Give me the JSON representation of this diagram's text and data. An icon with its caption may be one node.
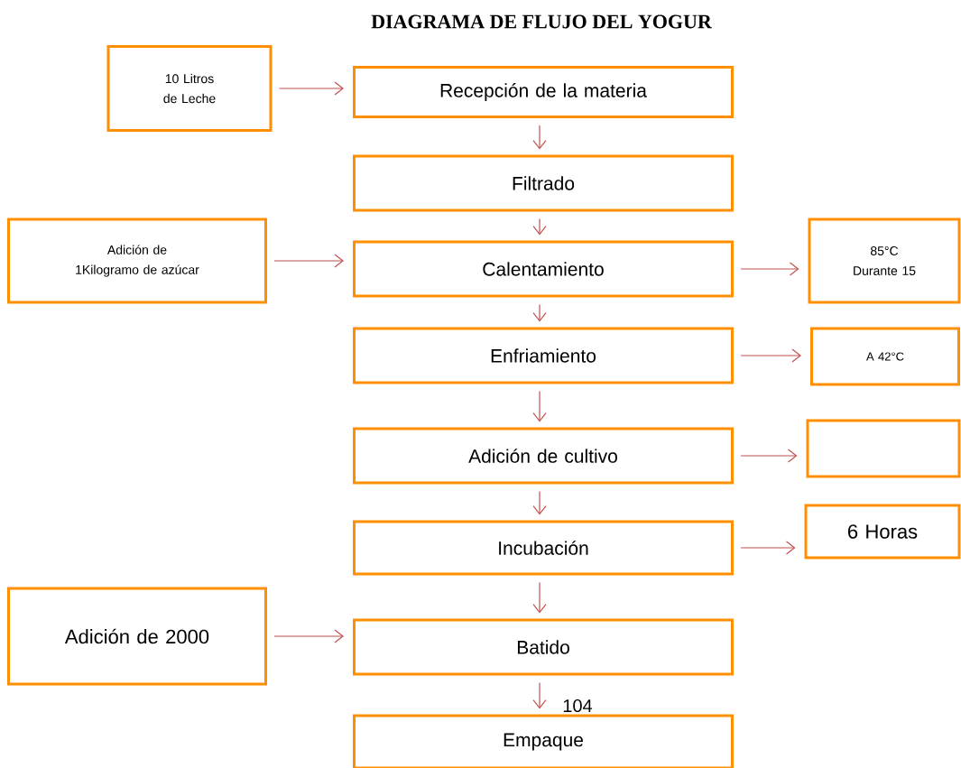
{
  "diagram": {
    "title": "DIAGRAMA DE FLUJO DEL YOGUR",
    "nodes": [
      {
        "text": [
          "10 Litros de Leche"
        ]
      },
      {
        "text": [
          "Recepción de la materia"
        ]
      },
      {
        "text": [
          "Filtrado"
        ]
      },
      {
        "text": [
          "Adición de 1Kilogramo de azúcar"
        ]
      },
      {
        "text": [
          "Calentamiento"
        ]
      },
      {
        "text": [
          "85°C Durante 15"
        ]
      },
      {
        "text": [
          "Enfriamiento"
        ]
      },
      {
        "text": [
          "A 42°C"
        ]
      },
      {
        "text": [
          "Adición de cultivo"
        ]
      },
      {
        "text": [],
        "shape": "box"
      },
      {
        "text": [
          "Incubación"
        ]
      },
      {
        "text": [
          "6 Horas"
        ]
      },
      {
        "text": [
          "Adición de 2000"
        ]
      },
      {
        "text": [
          "Batido"
        ]
      },
      {
        "text": [
          "Empaque"
        ]
      }
    ],
    "edges": [
      {
        "from": 0,
        "to": 1,
        "arrow": "to"
      },
      {
        "from": 1,
        "to": 2,
        "arrow": "to"
      },
      {
        "from": 2,
        "to": 4,
        "arrow": "to"
      },
      {
        "from": 3,
        "to": 4,
        "arrow": "to"
      },
      {
        "from": 4,
        "to": 5,
        "arrow": "to"
      },
      {
        "from": 4,
        "to": 6,
        "arrow": "to"
      },
      {
        "from": 6,
        "to": 7,
        "arrow": "to"
      },
      {
        "from": 6,
        "to": 8,
        "arrow": "to"
      },
      {
        "from": 8,
        "to": 9,
        "arrow": "to"
      },
      {
        "from": 8,
        "to": 10,
        "arrow": "to"
      },
      {
        "from": 10,
        "to": 11,
        "arrow": "to"
      },
      {
        "from": 10,
        "to": 13,
        "arrow": "to"
      },
      {
        "from": 12,
        "to": 13,
        "arrow": "to"
      },
      {
        "from": 13,
        "to": 14,
        "arrow": "to"
      }
    ],
    "labels": [
      "104"
    ]
  }
}
